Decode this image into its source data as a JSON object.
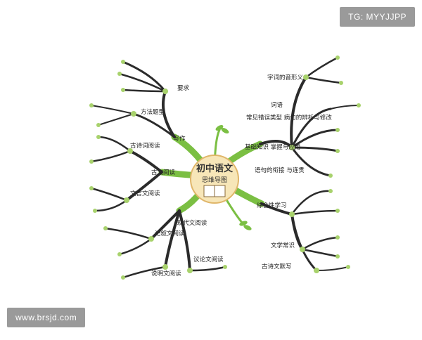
{
  "watermarks": {
    "top": "TG: MYYJJPP",
    "bottom": "www.brsjd.com"
  },
  "center": {
    "title": "初中语文",
    "subtitle": "思维导图"
  },
  "left": [
    {
      "label": "写作",
      "subs": [
        "要求",
        "方法题型"
      ]
    },
    {
      "label": "古文阅读",
      "subs": [
        "古诗词阅读",
        "文言文阅读"
      ]
    },
    {
      "label": "现代文阅读",
      "subs": [
        "记叙文阅读",
        "说明文阅读",
        "议论文阅读"
      ]
    }
  ],
  "right": [
    {
      "label": "基础知识\n掌握与应用",
      "subs": [
        "字词的音形义",
        "词语",
        "常见错误类型\n病句的辨析与修改",
        "语句的衔接\n与连贯"
      ]
    },
    {
      "label": "综合性学习",
      "subs": [
        "文学常识",
        "古诗文默写"
      ]
    }
  ],
  "colors": {
    "green": "#6cb33e",
    "leaf": "#a8d26c",
    "trunk": "#2b2b2b",
    "center_red": "#d8272a",
    "center_bg": "#f7e6b8"
  }
}
